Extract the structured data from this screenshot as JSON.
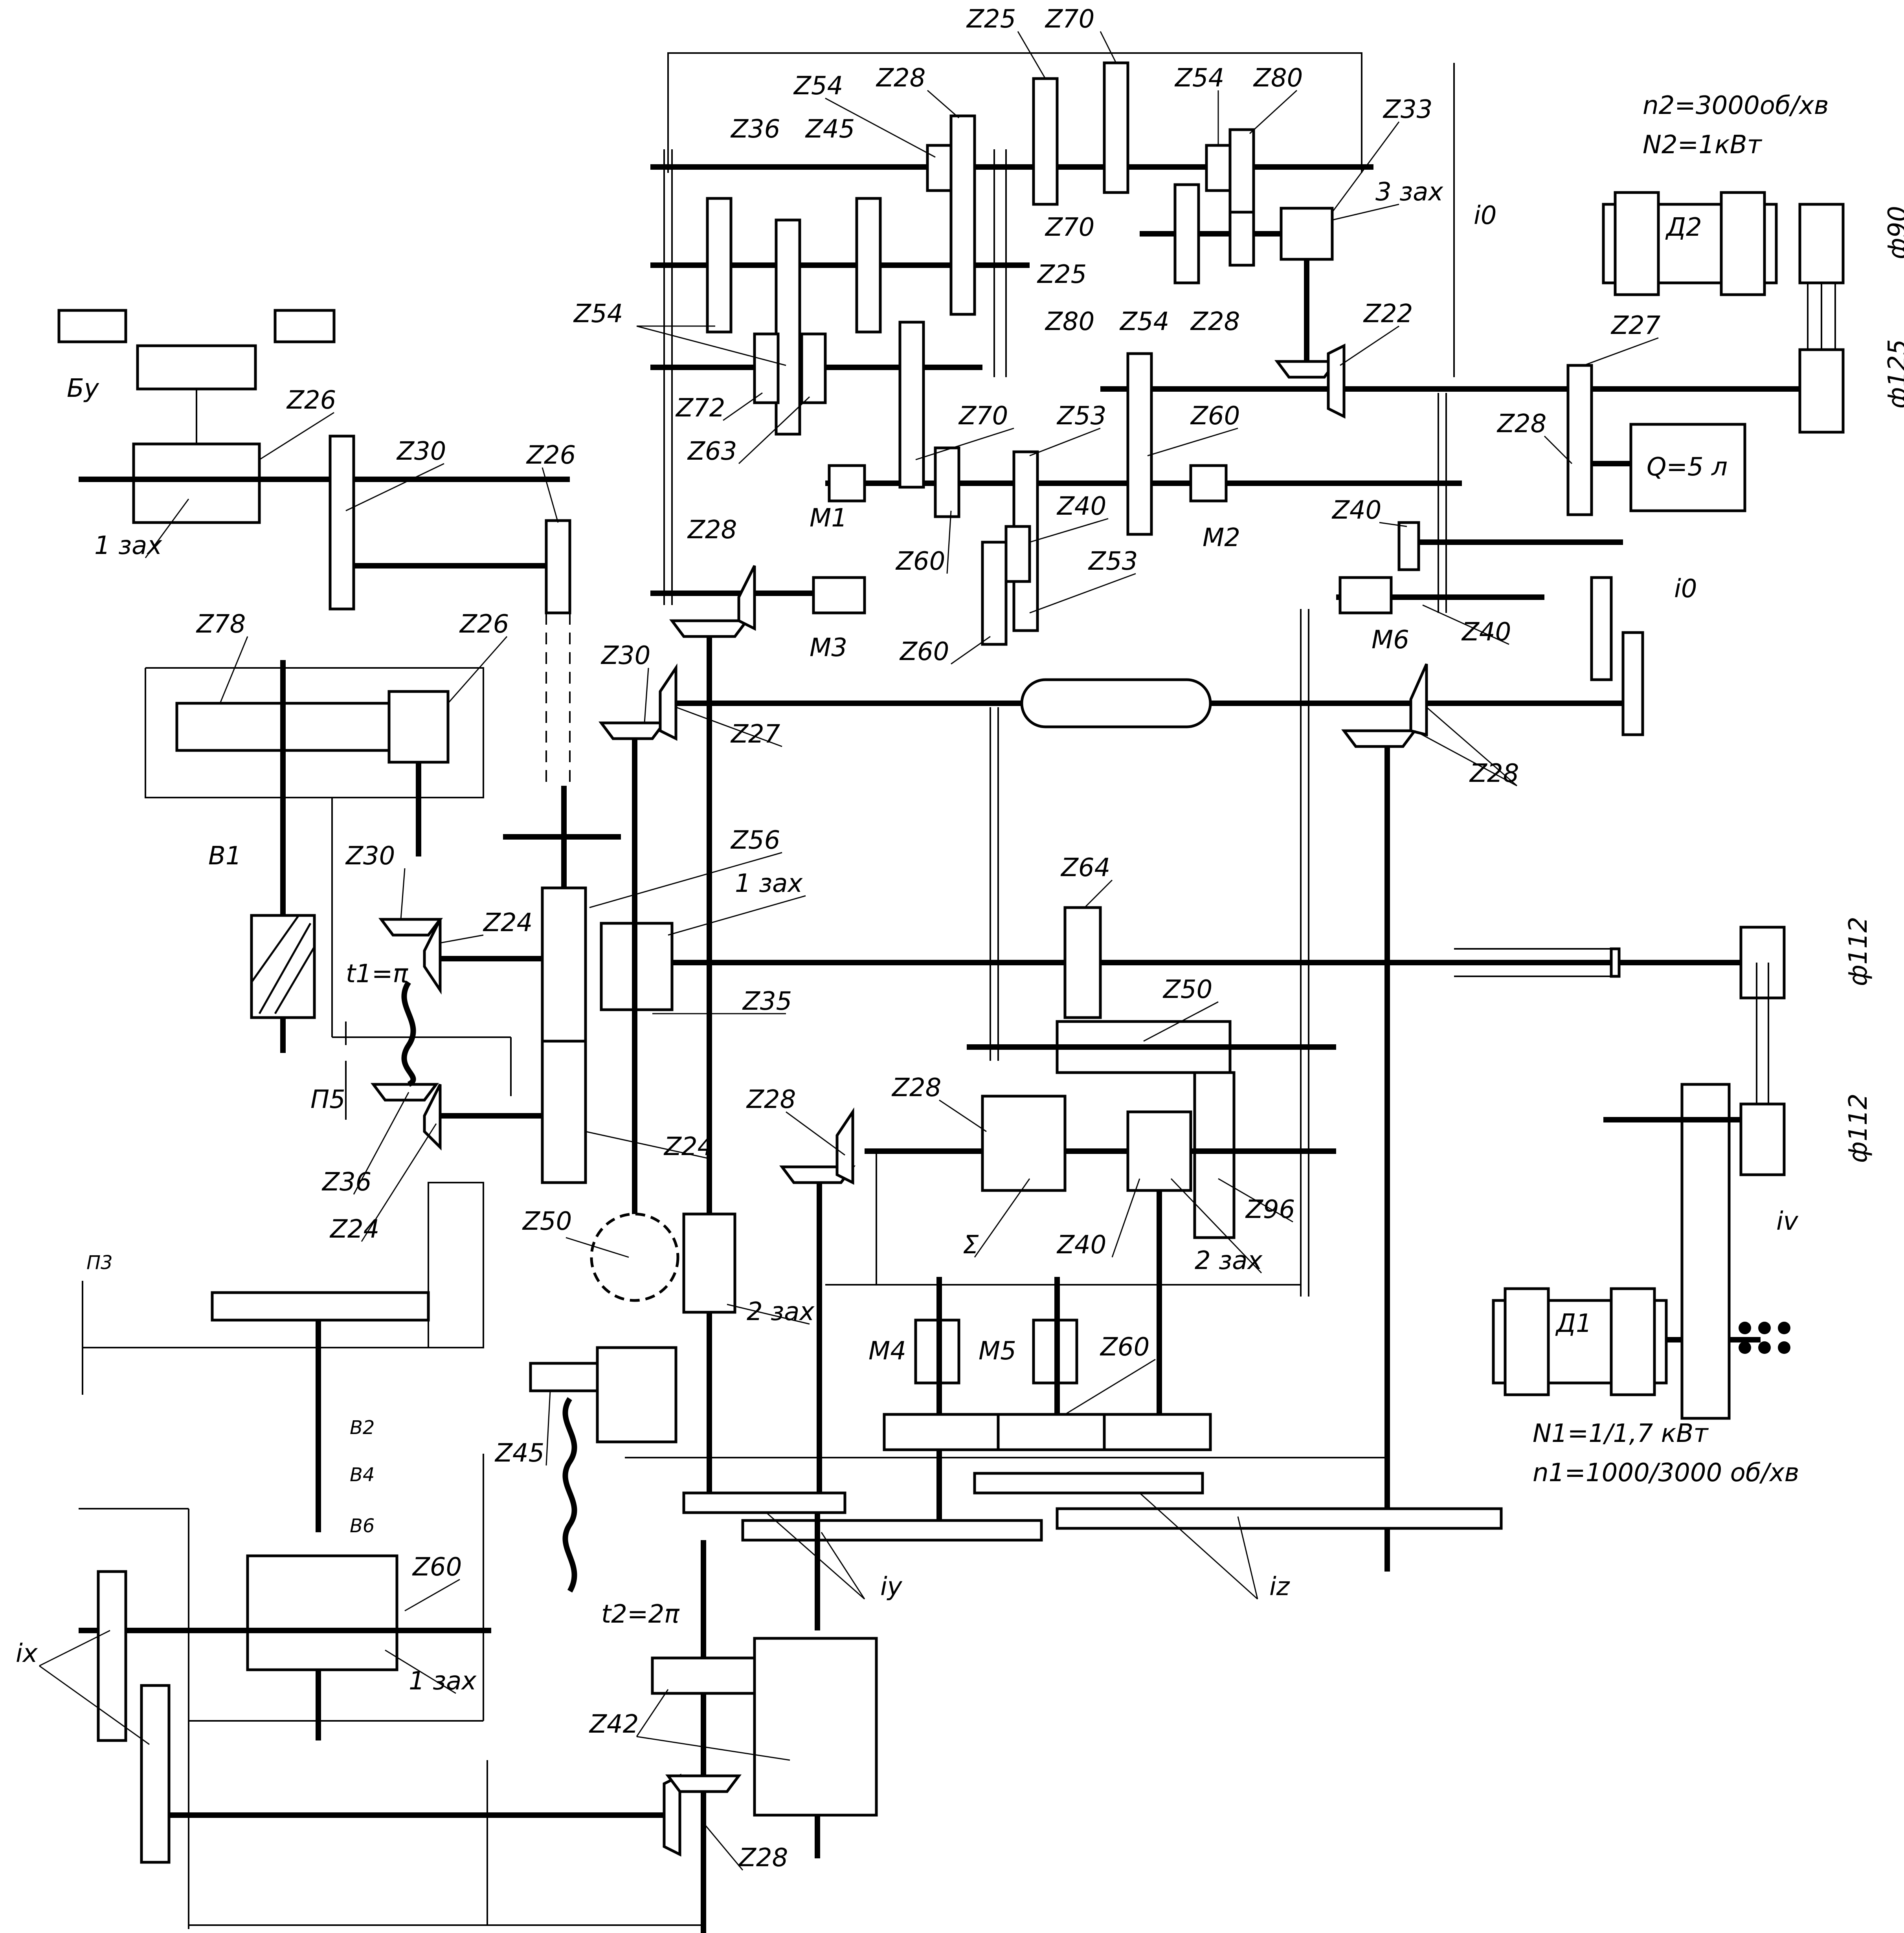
{
  "labels": {
    "z25_top": "Z25",
    "z70_top": "Z70",
    "z54_a": "Z54",
    "z28_a": "Z28",
    "z54_b": "Z54",
    "z80_a": "Z80",
    "z36_a": "Z36",
    "z45_a": "Z45",
    "z33": "Z33",
    "zax3": "3 зах",
    "z70_b": "Z70",
    "z25_b": "Z25",
    "z80_b": "Z80",
    "z54_c": "Z54",
    "z28_b": "Z28",
    "z22": "Z22",
    "z54_d": "Z54",
    "z72": "Z72",
    "z70_c": "Z70",
    "z63": "Z63",
    "z53_a": "Z53",
    "z60_a": "Z60",
    "z40_a": "Z40",
    "z60_b": "Z60",
    "z53_b": "Z53",
    "z28_c": "Z28",
    "z60_c": "Z60",
    "z40_b": "Z40",
    "z40_c": "Z40",
    "z27_top": "Z27",
    "z28_motor": "Z28",
    "z26_left": "Z26",
    "z30_left": "Z30",
    "z26_mid": "Z26",
    "zax1_left": "1 зах",
    "z78": "Z78",
    "z26_b": "Z26",
    "z30_b": "Z30",
    "z27_b": "Z27",
    "z28_d": "Z28",
    "z56": "Z56",
    "zax1_b": "1 зах",
    "z24_a": "Z24",
    "z30_c": "Z30",
    "z64": "Z64",
    "z35": "Z35",
    "z50_a": "Z50",
    "z28_e": "Z28",
    "z28_f": "Z28",
    "z24_b": "Z24",
    "z36_b": "Z36",
    "z24_c": "Z24",
    "z96": "Z96",
    "sigma": "Σ",
    "z40_d": "Z40",
    "zax2_a": "2 зах",
    "z50_b": "Z50",
    "zax2_b": "2 зах",
    "z60_d": "Z60",
    "z45_b": "Z45",
    "z60_e": "Z60",
    "zax1_c": "1 зах",
    "z42": "Z42",
    "z28_g": "Z28",
    "v1": "В1",
    "t1": "t1=π",
    "p5": "П5",
    "p3": "П3",
    "v2": "В2",
    "v4": "В4",
    "v6": "В6",
    "t2": "t2=2π",
    "m1": "М1",
    "m2": "М2",
    "m3": "М3",
    "m4": "М4",
    "m5": "М5",
    "m6": "М6",
    "b_y": "Бу",
    "i0_a": "i0",
    "i0_b": "i0",
    "iv": "iv",
    "iy": "iy",
    "iz": "iz",
    "ix": "ix",
    "motor2": "Д2",
    "motor1": "Д1",
    "n2": "n2=3000об/хв",
    "N2": "N2=1кВт",
    "N1": "N1=1/1,7 кВт",
    "n1": "n1=1000/3000 об/хв",
    "d90": "ф90",
    "d125": "ф125",
    "d112_a": "ф112",
    "d112_b": "ф112",
    "Q": "Q=5 л"
  }
}
